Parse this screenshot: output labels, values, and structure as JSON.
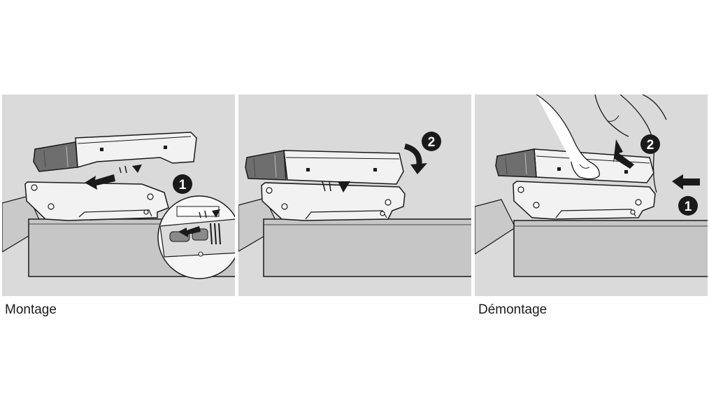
{
  "captions": {
    "mounting": "Montage",
    "dismounting": "Démontage"
  },
  "steps": {
    "panel1_step": "1",
    "panel2_step": "2",
    "panel3_step_push": "1",
    "panel3_step_lift": "2"
  },
  "colors": {
    "panel_background": "#dadada",
    "part_fill": "#f2f2f2",
    "outline": "#1a1a1a",
    "cap_dark": "#6e6e6e",
    "cabinet_side": "#c9c9c9"
  }
}
